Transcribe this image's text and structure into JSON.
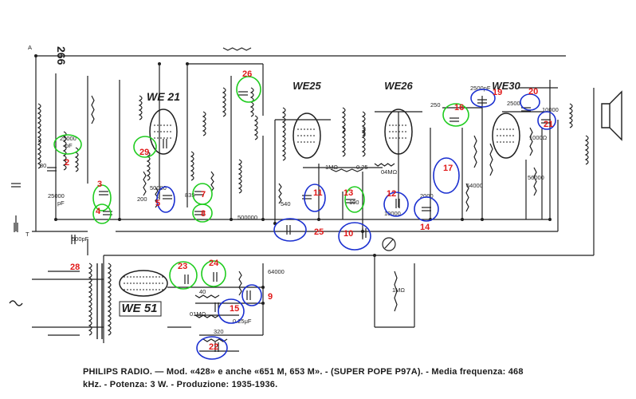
{
  "page_number": "266",
  "caption": {
    "line1": "PHILIPS RADIO. — Mod. «428» e anche «651 M, 653 M». - (SUPER POPE P97A). - Media frequenza: 468",
    "line2": "kHz. - Potenza: 3 W. - Produzione: 1935-1936."
  },
  "tubes": [
    {
      "id": "tube-we21",
      "label": "WE 21"
    },
    {
      "id": "tube-we25",
      "label": "WE25"
    },
    {
      "id": "tube-we26",
      "label": "WE26"
    },
    {
      "id": "tube-we30",
      "label": "WE30"
    },
    {
      "id": "tube-we51",
      "label": "WE 51"
    }
  ],
  "component_labels": [
    {
      "id": "c-25000pf-top",
      "text": "25000"
    },
    {
      "id": "c-pf-top",
      "text": "pF"
    },
    {
      "id": "c-80pf",
      "text": "80"
    },
    {
      "id": "c-25000pf-low",
      "text": "25000"
    },
    {
      "id": "c-pf-low",
      "text": "pF"
    },
    {
      "id": "r-200",
      "text": "200"
    },
    {
      "id": "c-50000pf",
      "text": "50000"
    },
    {
      "id": "c-835pf",
      "text": "835"
    },
    {
      "id": "r-500000",
      "text": "500000"
    },
    {
      "id": "r-540",
      "text": "540"
    },
    {
      "id": "r-1mohm",
      "text": "1MΩ"
    },
    {
      "id": "r-025",
      "text": "0.25"
    },
    {
      "id": "r-04mohm",
      "text": "04MΩ"
    },
    {
      "id": "c-10000pf",
      "text": "10000"
    },
    {
      "id": "c-2000pf",
      "text": "2000"
    },
    {
      "id": "c-100pf",
      "text": "100"
    },
    {
      "id": "c-250pf",
      "text": "250"
    },
    {
      "id": "c-2500pf",
      "text": "2500pF"
    },
    {
      "id": "c-2500-20",
      "text": "2500"
    },
    {
      "id": "c-10000-21",
      "text": "10000"
    },
    {
      "id": "r-64000-top",
      "text": "64000"
    },
    {
      "id": "r-1000",
      "text": "1000Ω"
    },
    {
      "id": "r-56000",
      "text": "56000"
    },
    {
      "id": "c-500pf",
      "text": "500pF"
    },
    {
      "id": "r-64000-low",
      "text": "64000"
    },
    {
      "id": "r-40",
      "text": "40"
    },
    {
      "id": "r-01mohm",
      "text": "01MΩ"
    },
    {
      "id": "c-025uf",
      "text": "0.25μF"
    },
    {
      "id": "r-320",
      "text": "320"
    },
    {
      "id": "r-1mohm-low",
      "text": "1MΩ"
    },
    {
      "id": "t-label",
      "text": "T"
    },
    {
      "id": "a-label",
      "text": "A"
    }
  ],
  "annotations": [
    {
      "n": "2",
      "color": "green"
    },
    {
      "n": "3",
      "color": "green"
    },
    {
      "n": "4",
      "color": "green"
    },
    {
      "n": "5",
      "color": "blue"
    },
    {
      "n": "7",
      "color": "green"
    },
    {
      "n": "8",
      "color": "green"
    },
    {
      "n": "9",
      "color": "blue"
    },
    {
      "n": "10",
      "color": "blue"
    },
    {
      "n": "11",
      "color": "blue"
    },
    {
      "n": "12",
      "color": "blue"
    },
    {
      "n": "13",
      "color": "green"
    },
    {
      "n": "14",
      "color": "blue"
    },
    {
      "n": "15",
      "color": "blue"
    },
    {
      "n": "16",
      "color": "green"
    },
    {
      "n": "17",
      "color": "blue"
    },
    {
      "n": "19",
      "color": "blue"
    },
    {
      "n": "20",
      "color": "blue"
    },
    {
      "n": "21",
      "color": "blue"
    },
    {
      "n": "22",
      "color": "blue"
    },
    {
      "n": "23",
      "color": "green"
    },
    {
      "n": "24",
      "color": "green"
    },
    {
      "n": "25",
      "color": "blue"
    },
    {
      "n": "26",
      "color": "green"
    },
    {
      "n": "28",
      "color": "none"
    },
    {
      "n": "29",
      "color": "green"
    }
  ],
  "colors": {
    "ink": "#1f1f1f",
    "annotation_number": "#e01818",
    "circle_green": "#1fcc1f",
    "circle_blue": "#1a2fd0"
  }
}
